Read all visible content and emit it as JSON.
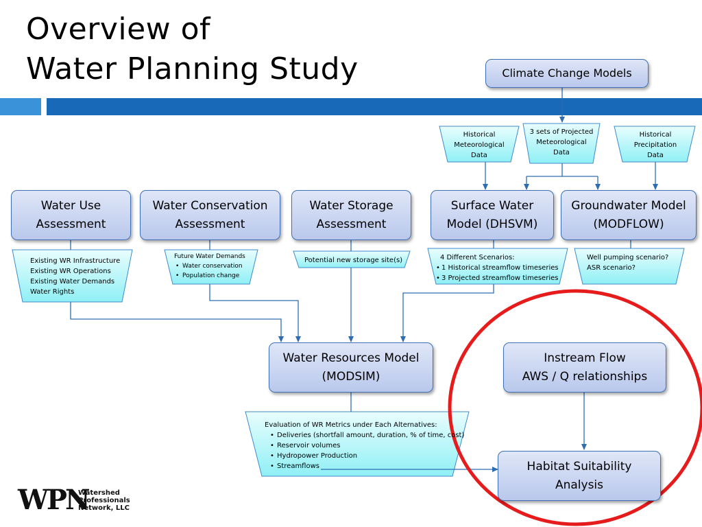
{
  "title": {
    "line1": "Overview of",
    "line2": "Water Planning Study"
  },
  "boxes": {
    "climate": "Climate Change Models",
    "water_use": [
      "Water Use",
      "Assessment"
    ],
    "water_conservation": [
      "Water Conservation",
      "Assessment"
    ],
    "water_storage": [
      "Water Storage",
      "Assessment"
    ],
    "surface_water": [
      "Surface Water",
      "Model (DHSVM)"
    ],
    "groundwater": [
      "Groundwater Model",
      "(MODFLOW)"
    ],
    "water_resources": [
      "Water Resources Model",
      "(MODSIM)"
    ],
    "instream": [
      "Instream Flow",
      "AWS / Q relationships"
    ],
    "habitat": [
      "Habitat Suitability",
      "Analysis"
    ]
  },
  "data_notes": {
    "hist_met": [
      "Historical",
      "Meteorological",
      "Data"
    ],
    "proj_met": [
      "3 sets of  Projected",
      "Meteorological",
      "Data"
    ],
    "hist_precip": [
      "Historical",
      "Precipitation",
      "Data"
    ],
    "water_use_inputs": [
      "Existing WR Infrastructure",
      "Existing WR Operations",
      "Existing Water Demands",
      "Water Rights"
    ],
    "conservation_notes": {
      "heading": "Future Water Demands",
      "items": [
        "Water conservation",
        "Population change"
      ]
    },
    "storage_notes": "Potential new storage site(s)",
    "scenarios": {
      "heading": "4 Different Scenarios:",
      "items": [
        "1 Historical streamflow timeseries",
        "3 Projected streamflow timeseries"
      ]
    },
    "gw_notes": [
      "Well pumping scenario?",
      "ASR scenario?"
    ],
    "evaluation": {
      "heading": "Evaluation of  WR Metrics under Each Alternatives:",
      "items": [
        "Deliveries (shortfall amount, duration, % of time, cost)",
        "Reservoir volumes",
        "Hydropower Production",
        "Streamflows"
      ]
    }
  },
  "logo": {
    "letters": "WPN",
    "sub": [
      "Watershed",
      "Professionals",
      "Network, LLC"
    ]
  },
  "colors": {
    "title_bar": "#1869b7",
    "title_bar_left": "#3a93d8",
    "box_border": "#3f6fb4",
    "box_fill": "#c7d3f0",
    "trap_fill": "#b8f4f7",
    "arrow": "#2e6db0",
    "circle": "#e61b1b"
  }
}
